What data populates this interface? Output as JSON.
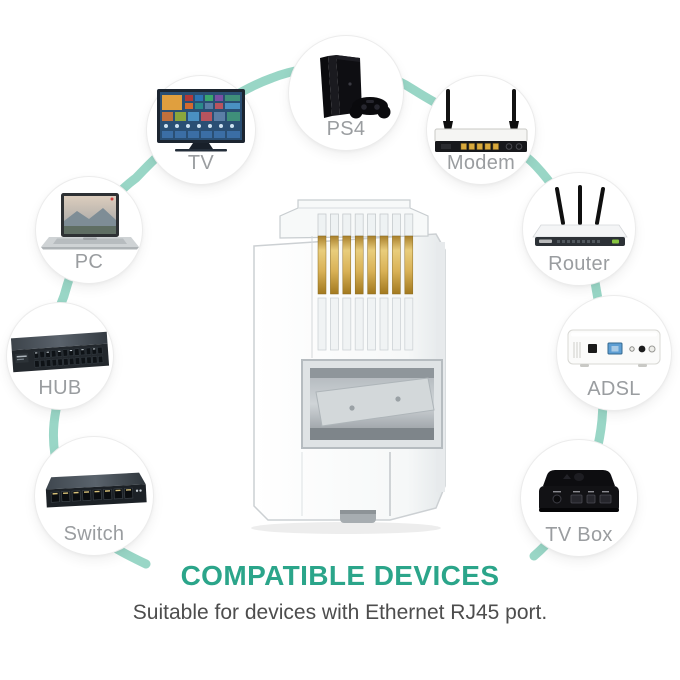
{
  "footer": {
    "title": "COMPATIBLE DEVICES",
    "subtitle": "Suitable for devices with Ethernet RJ45 port."
  },
  "devices": [
    {
      "label": "TV",
      "icon": "tv-icon"
    },
    {
      "label": "PS4",
      "icon": "game-console-icon"
    },
    {
      "label": "Modem",
      "icon": "modem-icon"
    },
    {
      "label": "PC",
      "icon": "laptop-icon"
    },
    {
      "label": "Router",
      "icon": "router-icon"
    },
    {
      "label": "HUB",
      "icon": "network-hub-icon"
    },
    {
      "label": "ADSL",
      "icon": "adsl-modem-icon"
    },
    {
      "label": "Switch",
      "icon": "network-switch-icon"
    },
    {
      "label": "TV Box",
      "icon": "tv-box-icon"
    }
  ],
  "center_image": "rj45-connector",
  "colors": {
    "accent_teal": "#2ba58a",
    "arc_teal": "#8ed2c0",
    "label_gray": "#9a9da0",
    "subtitle_gray": "#4d4d4d",
    "pin_gold": "#d9b257"
  }
}
